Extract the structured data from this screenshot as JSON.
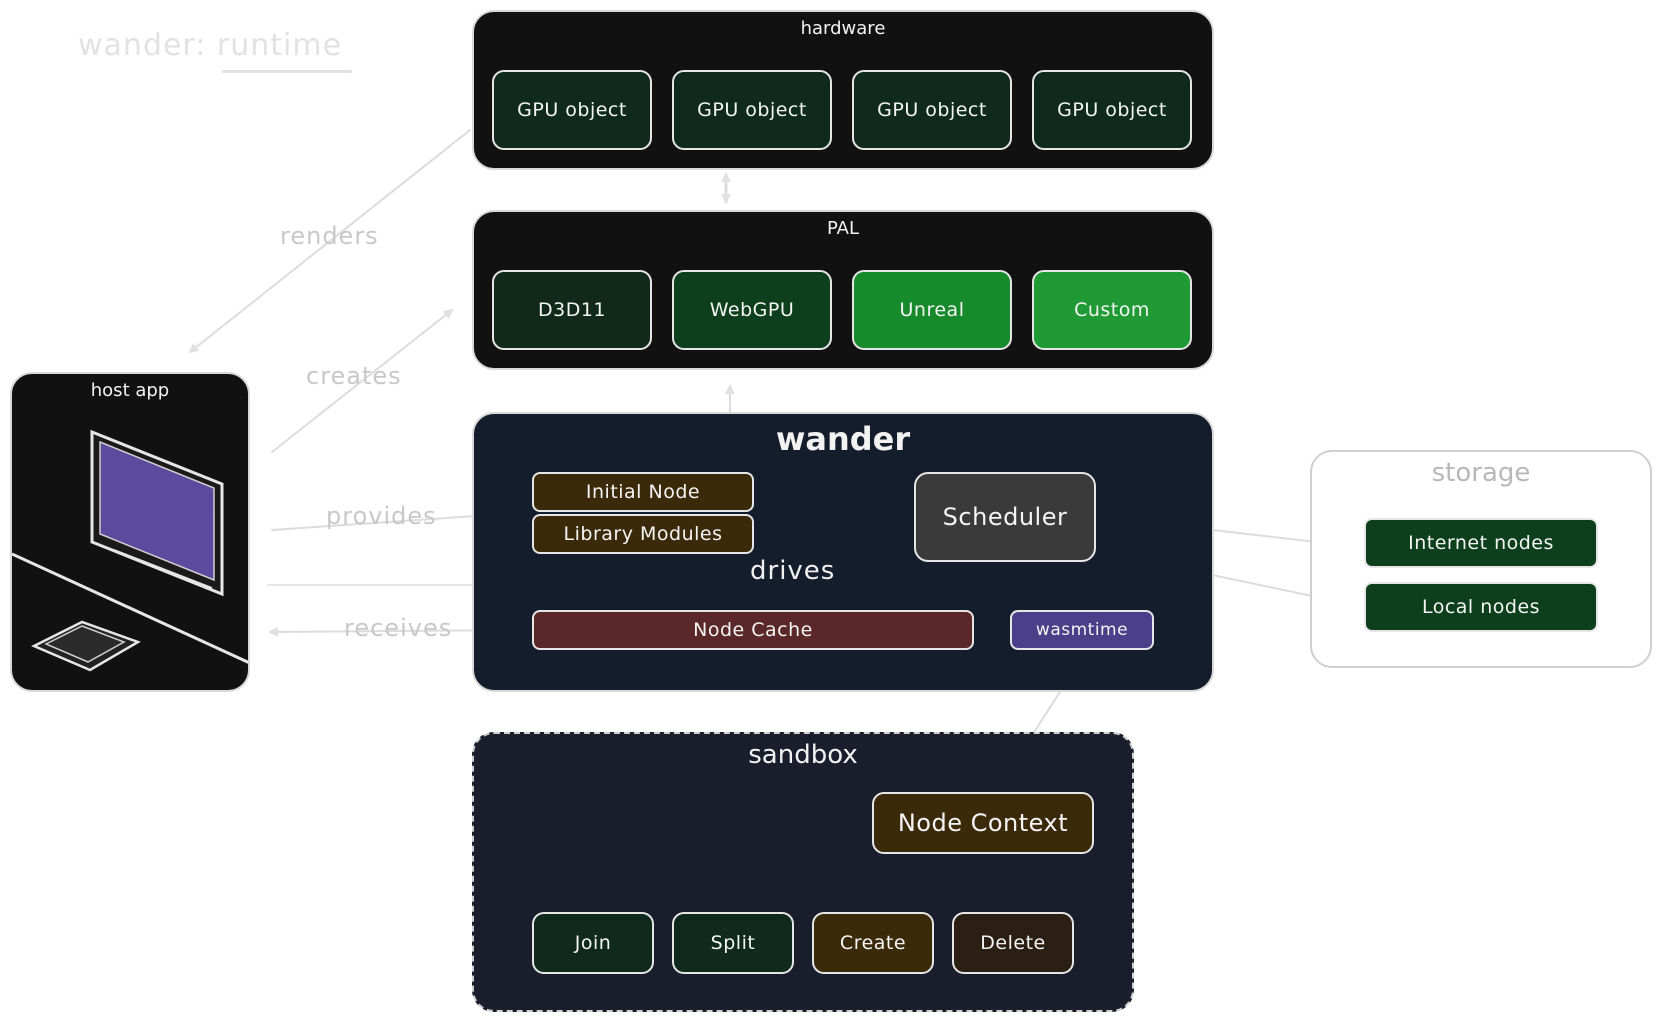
{
  "page_title": "wander: runtime",
  "hardware": {
    "title": "hardware",
    "items": [
      "GPU object",
      "GPU object",
      "GPU object",
      "GPU object"
    ]
  },
  "pal": {
    "title": "PAL",
    "items": [
      "D3D11",
      "WebGPU",
      "Unreal",
      "Custom"
    ]
  },
  "wander": {
    "title": "wander",
    "initial_node": "Initial Node",
    "library_modules": "Library Modules",
    "scheduler": "Scheduler",
    "node_cache": "Node Cache",
    "wasmtime": "wasmtime"
  },
  "host_app": {
    "title": "host app"
  },
  "storage": {
    "title": "storage",
    "items": [
      "Internet nodes",
      "Local nodes"
    ]
  },
  "sandbox": {
    "title": "sandbox",
    "node_context": "Node Context",
    "ops": [
      "Join",
      "Split",
      "Create",
      "Delete"
    ]
  },
  "edge_labels": {
    "renders": "renders",
    "creates": "creates",
    "provides": "provides",
    "receives": "receives",
    "drives": "drives"
  },
  "colors": {
    "panel_black": "#111111",
    "panel_navy": "#141d2b",
    "green_dark": "#0f2a1c",
    "green_mid": "#0d3f1c",
    "green_bright": "#178a2c",
    "green_light": "#1f9a34",
    "brown": "#3a2a0a",
    "maroon": "#5a2828",
    "purple": "#4c3f8a",
    "gray_box": "#3a3a3a",
    "screen_purple": "#5b4a9e"
  }
}
